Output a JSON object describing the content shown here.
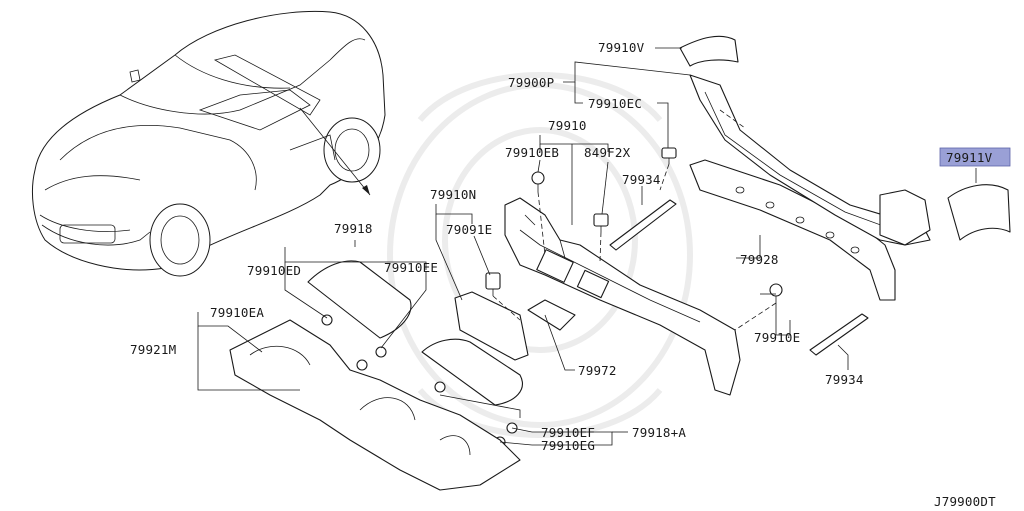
{
  "diagram": {
    "drawing_code": "J79900DT",
    "highlighted_part": "79911V",
    "labels": [
      {
        "id": "l-79910V",
        "text": "79910V"
      },
      {
        "id": "l-79900P",
        "text": "79900P"
      },
      {
        "id": "l-79910EC",
        "text": "79910EC"
      },
      {
        "id": "l-79910",
        "text": "79910"
      },
      {
        "id": "l-79910EB",
        "text": "79910EB"
      },
      {
        "id": "l-849F2X",
        "text": "849F2X"
      },
      {
        "id": "l-79934a",
        "text": "79934"
      },
      {
        "id": "l-79911V",
        "text": "79911V"
      },
      {
        "id": "l-79910N",
        "text": "79910N"
      },
      {
        "id": "l-79091E",
        "text": "79091E"
      },
      {
        "id": "l-79918",
        "text": "79918"
      },
      {
        "id": "l-79910ED",
        "text": "79910ED"
      },
      {
        "id": "l-79910EE",
        "text": "79910EE"
      },
      {
        "id": "l-79928",
        "text": "79928"
      },
      {
        "id": "l-79910EA",
        "text": "79910EA"
      },
      {
        "id": "l-79921M",
        "text": "79921M"
      },
      {
        "id": "l-79972",
        "text": "79972"
      },
      {
        "id": "l-79910E",
        "text": "79910E"
      },
      {
        "id": "l-79934b",
        "text": "79934"
      },
      {
        "id": "l-79910EF",
        "text": "79910EF"
      },
      {
        "id": "l-79918A",
        "text": "79918+A"
      },
      {
        "id": "l-79910EG",
        "text": "79910EG"
      }
    ]
  }
}
